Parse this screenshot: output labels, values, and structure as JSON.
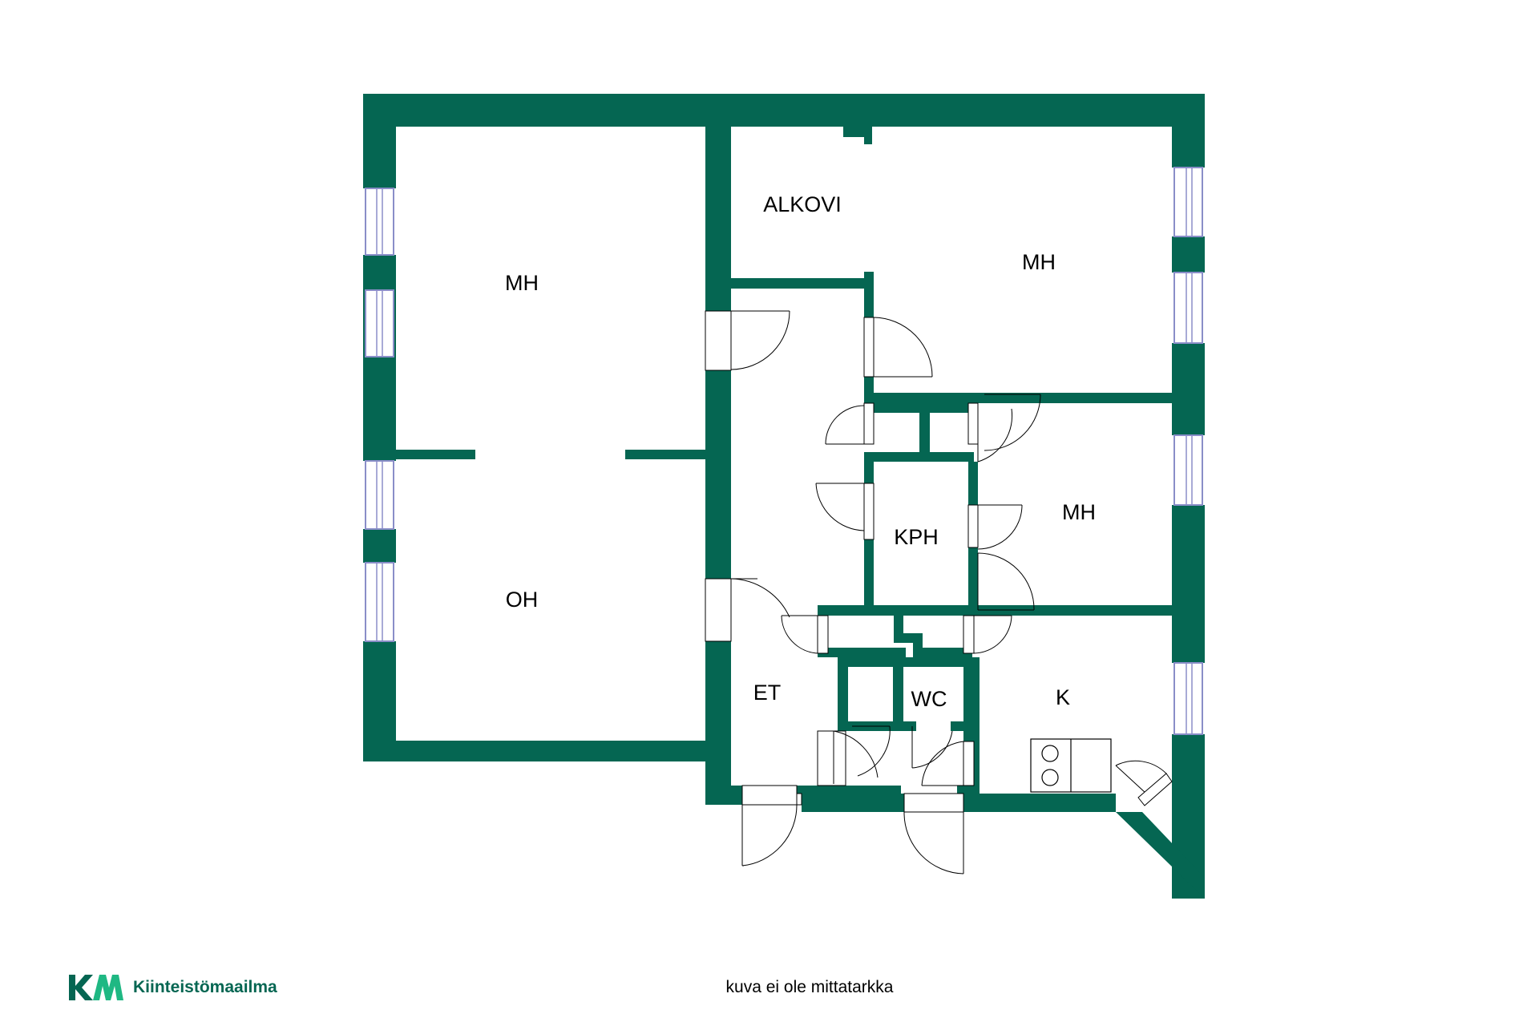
{
  "colors": {
    "wall": "#056652",
    "window": "#8a8ec8",
    "background": "#ffffff",
    "text": "#000000"
  },
  "rooms": {
    "mh_left": "MH",
    "oh": "OH",
    "alkovi": "ALKOVI",
    "mh_top_right": "MH",
    "mh_right": "MH",
    "kph": "KPH",
    "et": "ET",
    "wc": "WC",
    "k": "K"
  },
  "footer": {
    "note": "kuva ei ole mittatarkka"
  },
  "brand": {
    "logo": "KM",
    "name": "Kiinteistömaailma"
  }
}
